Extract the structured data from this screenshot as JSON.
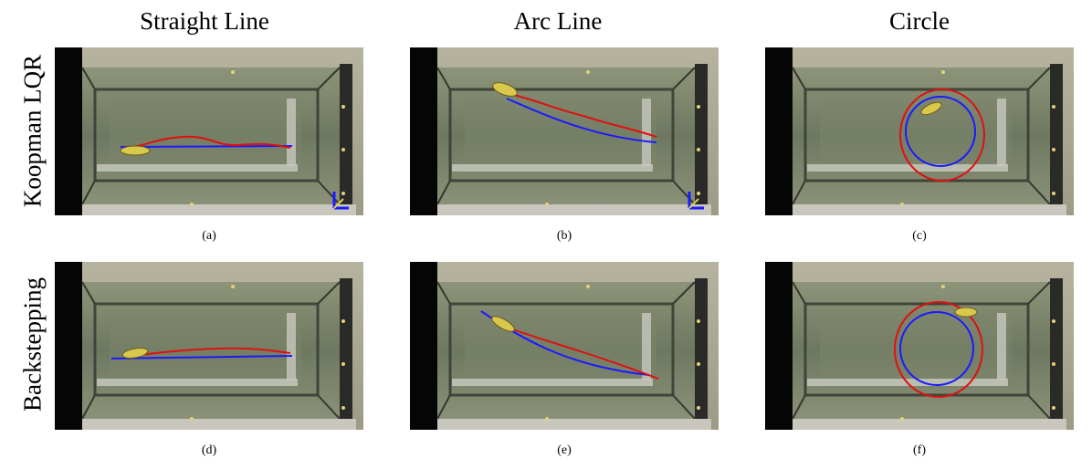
{
  "columns": [
    "Straight Line",
    "Arc Line",
    "Circle"
  ],
  "rows": [
    "Koopman LQR",
    "Backstepping"
  ],
  "captions": [
    "(a)",
    "(b)",
    "(c)",
    "(d)",
    "(e)",
    "(f)"
  ],
  "colors": {
    "reference": "#1a1aff",
    "actual": "#e01010",
    "tank_water": "#6f7a61"
  },
  "panels": [
    {
      "id": "a",
      "row": 0,
      "col": 0,
      "trajectory": "straight",
      "axes_marker": true
    },
    {
      "id": "b",
      "row": 0,
      "col": 1,
      "trajectory": "arc",
      "axes_marker": true
    },
    {
      "id": "c",
      "row": 0,
      "col": 2,
      "trajectory": "circle",
      "axes_marker": false
    },
    {
      "id": "d",
      "row": 1,
      "col": 0,
      "trajectory": "straight",
      "axes_marker": false
    },
    {
      "id": "e",
      "row": 1,
      "col": 1,
      "trajectory": "arc",
      "axes_marker": false
    },
    {
      "id": "f",
      "row": 1,
      "col": 2,
      "trajectory": "circle",
      "axes_marker": false
    }
  ]
}
